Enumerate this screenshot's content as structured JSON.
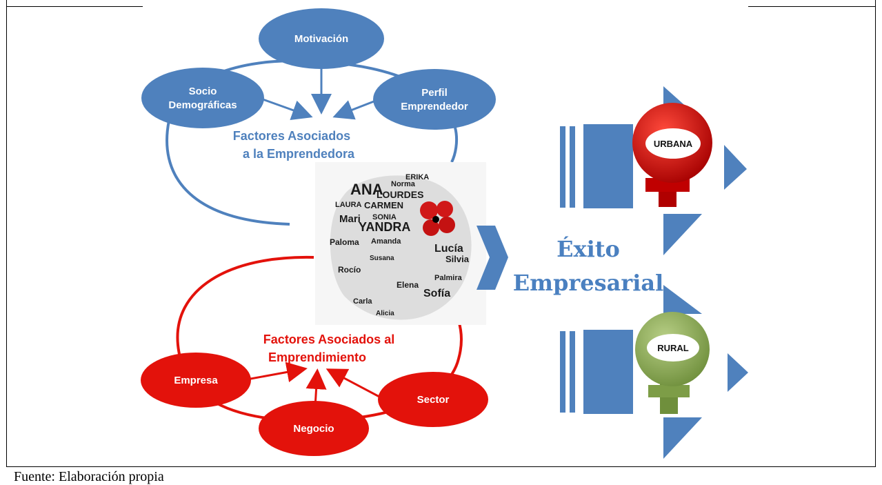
{
  "factors_woman": {
    "title_line1": "Factores Asociados",
    "title_line2": "a la Emprendedora",
    "nodes": [
      "Motivación",
      "Socio",
      "Demográficas",
      "Perfil",
      "Emprendedor"
    ]
  },
  "factors_business": {
    "title_line1": "Factores Asociados al",
    "title_line2": "Emprendimiento",
    "nodes": [
      "Empresa",
      "Negocio",
      "Sector"
    ]
  },
  "result": {
    "line1": "Éxito",
    "line2": "Empresarial"
  },
  "badges": {
    "urban": "URBANA",
    "rural": "RURAL"
  },
  "portrait_words": [
    "ANA",
    "LOURDES",
    "CARMEN",
    "SONIA",
    "YANDRA",
    "Mari",
    "LAURA",
    "Norma",
    "ERIKA",
    "Amanda",
    "Silvia",
    "Susana",
    "Palmira",
    "Sofía",
    "Alicia",
    "Carla",
    "Lucía",
    "Paloma",
    "Rocío",
    "Elena"
  ],
  "footer": {
    "source": "Fuente: Elaboración propia"
  },
  "colors": {
    "blue": "#4f81bd",
    "red": "#e3120b",
    "green": "#8aab55",
    "dark_red": "#c00000"
  }
}
